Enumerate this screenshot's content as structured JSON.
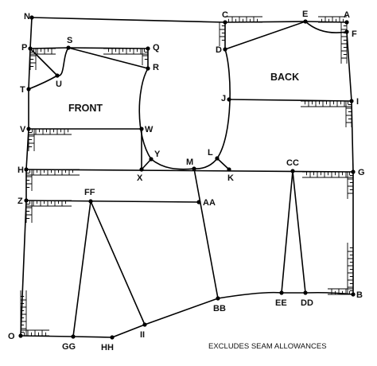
{
  "diagram": {
    "region_labels": {
      "front": "FRONT",
      "back": "BACK"
    },
    "note": "EXCLUDES SEAM ALLOWANCES",
    "points": {
      "N": "N",
      "C": "C",
      "E": "E",
      "A": "A",
      "F": "F",
      "D": "D",
      "P": "P",
      "S": "S",
      "Q": "Q",
      "R": "R",
      "T": "T",
      "U": "U",
      "J": "J",
      "I": "I",
      "V": "V",
      "W": "W",
      "Y": "Y",
      "X": "X",
      "M": "M",
      "L": "L",
      "K": "K",
      "H": "H",
      "CC": "CC",
      "G": "G",
      "Z": "Z",
      "FF": "FF",
      "AA": "AA",
      "B": "B",
      "EE": "EE",
      "DD": "DD",
      "BB": "BB",
      "O": "O",
      "GG": "GG",
      "HH": "HH",
      "II": "II"
    }
  }
}
